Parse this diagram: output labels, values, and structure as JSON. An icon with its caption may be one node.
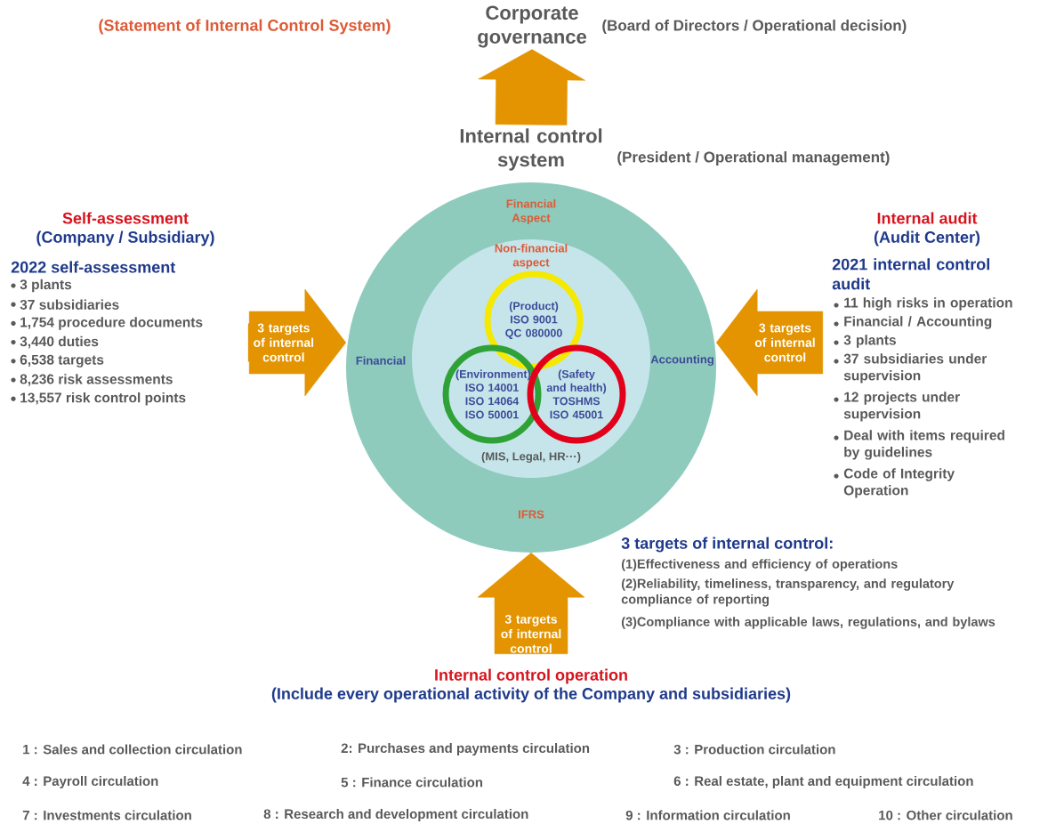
{
  "diagram": {
    "title": "(Statement of Internal Control System)",
    "nodes": [
      {
        "text": [
          "Corporate governance"
        ],
        "beside": [
          "(Board of Directors / Operational decision)"
        ]
      },
      {
        "text": [
          "Internal control system"
        ],
        "beside": [
          "(President / Operational management)"
        ]
      },
      {
        "text": [
          "Financial Aspect",
          "Financial",
          "Accounting",
          "IFRS"
        ]
      },
      {
        "text": [
          "Non-financial aspect",
          "(MIS, Legal, HR···)"
        ],
        "in": 2
      },
      {
        "text": [
          "(Product) ISO 9001 QC 080000"
        ],
        "in": 3
      },
      {
        "text": [
          "(Environment) ISO 14001 ISO 14064 ISO 50001"
        ],
        "in": 3
      },
      {
        "text": [
          "(Safety and health) TOSHMS ISO 45001"
        ],
        "in": 3
      },
      {
        "text": [
          "Self-assessment",
          "(Company / Subsidiary)",
          "2022 self-assessment",
          "3 plants",
          "37 subsidiaries",
          "1,754 procedure documents",
          "3,440 duties",
          "6,538 targets",
          "8,236 risk assessments",
          "13,557 risk control points"
        ]
      },
      {
        "text": [
          "Internal audit",
          "(Audit Center)",
          "2021 internal control audit",
          "11 high risks in operation",
          "Financial / Accounting",
          "3 plants",
          "37 subsidiaries under supervision",
          "12 projects under supervision",
          "Deal with items required by guidelines",
          "Code of Integrity Operation"
        ]
      },
      {
        "text": [
          "Internal control operation",
          "(Include every operational activity of the Company and subsidiaries)"
        ]
      }
    ],
    "edges": [
      {
        "from": 1,
        "to": 0,
        "arrow": "to"
      },
      {
        "from": 7,
        "to": 2,
        "arrow": "to",
        "label": "3 targets of internal control"
      },
      {
        "from": 8,
        "to": 2,
        "arrow": "to",
        "label": "3 targets of internal control"
      },
      {
        "from": 9,
        "to": 2,
        "arrow": "to",
        "label": "3 targets of internal control"
      }
    ],
    "labels": [
      "3 targets of internal control:",
      "(1)Effectiveness and efficiency of operations",
      "(2)Reliability, timeliness, transparency, and regulatory compliance of reporting",
      "(3)Compliance with applicable laws, regulations, and bylaws",
      "1 : Sales and collection circulation",
      "2: Purchases and payments circulation",
      "3 : Production circulation",
      "4 : Payroll circulation",
      "5 : Finance circulation",
      "6 : Real estate, plant and equipment circulation",
      "7 : Investments circulation",
      "8 : Research and development circulation",
      "9 : Information circulation",
      "10 : Other circulation"
    ]
  }
}
